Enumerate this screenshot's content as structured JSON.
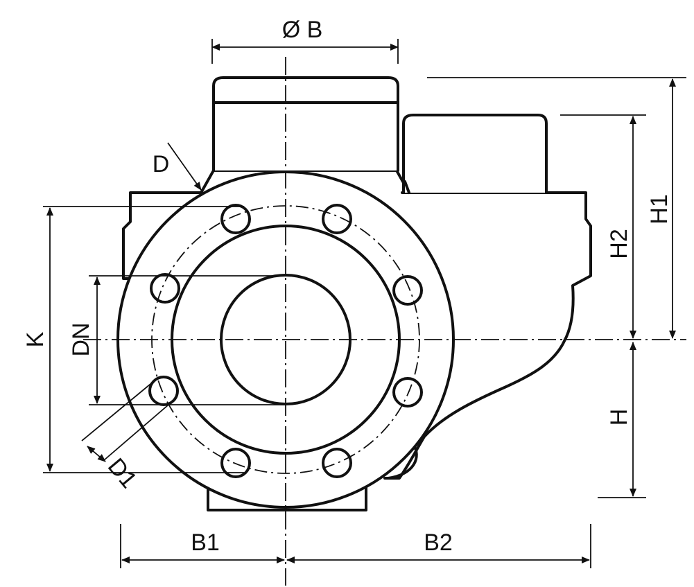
{
  "labels": {
    "dia_b": "Ø B",
    "d": "D",
    "h1": "H1",
    "h2": "H2",
    "k": "K",
    "dn": "DN",
    "d1": "D1",
    "h": "H",
    "b1": "B1",
    "b2": "B2"
  }
}
